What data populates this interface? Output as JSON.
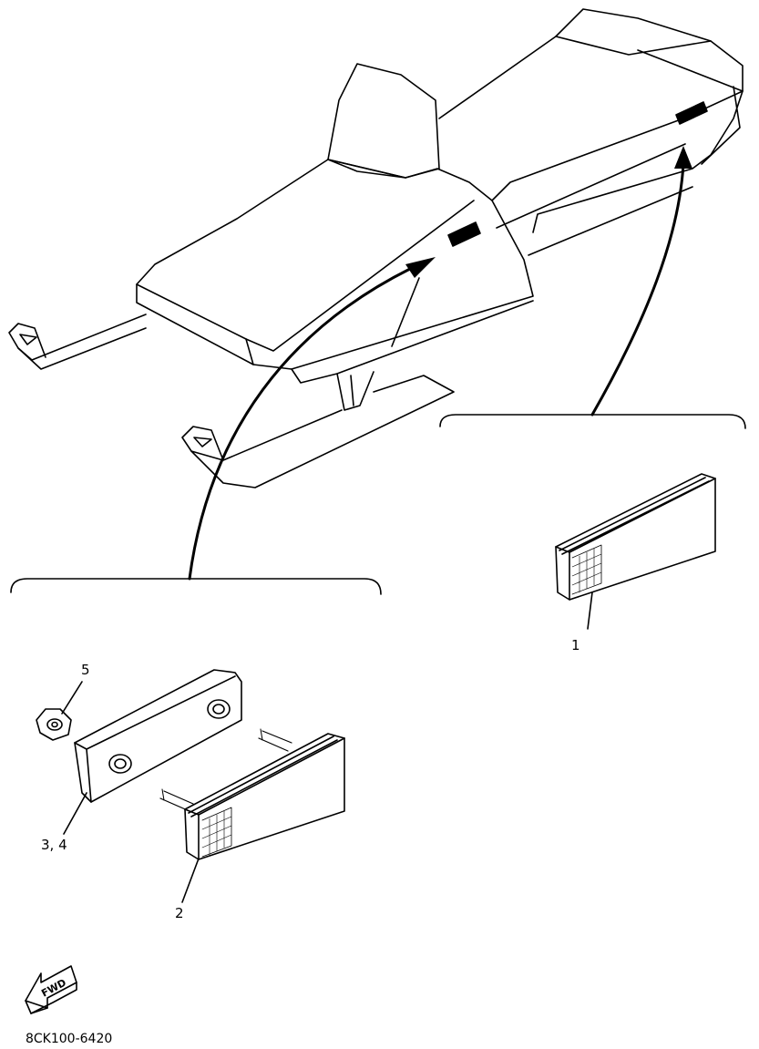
{
  "diagram": {
    "callouts": {
      "part1": "1",
      "part2": "2",
      "part34": "3, 4",
      "part5": "5"
    },
    "direction_label": "FWD",
    "drawing_code": "8CK100-6420"
  },
  "colors": {
    "line": "#000000",
    "background": "#ffffff"
  }
}
